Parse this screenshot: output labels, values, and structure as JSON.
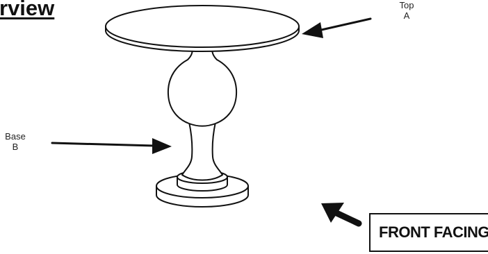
{
  "heading": "rview",
  "labels": {
    "top": {
      "name": "Top",
      "letter": "A"
    },
    "base": {
      "name": "Base",
      "letter": "B"
    }
  },
  "orientation": "FRONT FACING",
  "colors": {
    "line": "#111111",
    "background": "#ffffff"
  }
}
